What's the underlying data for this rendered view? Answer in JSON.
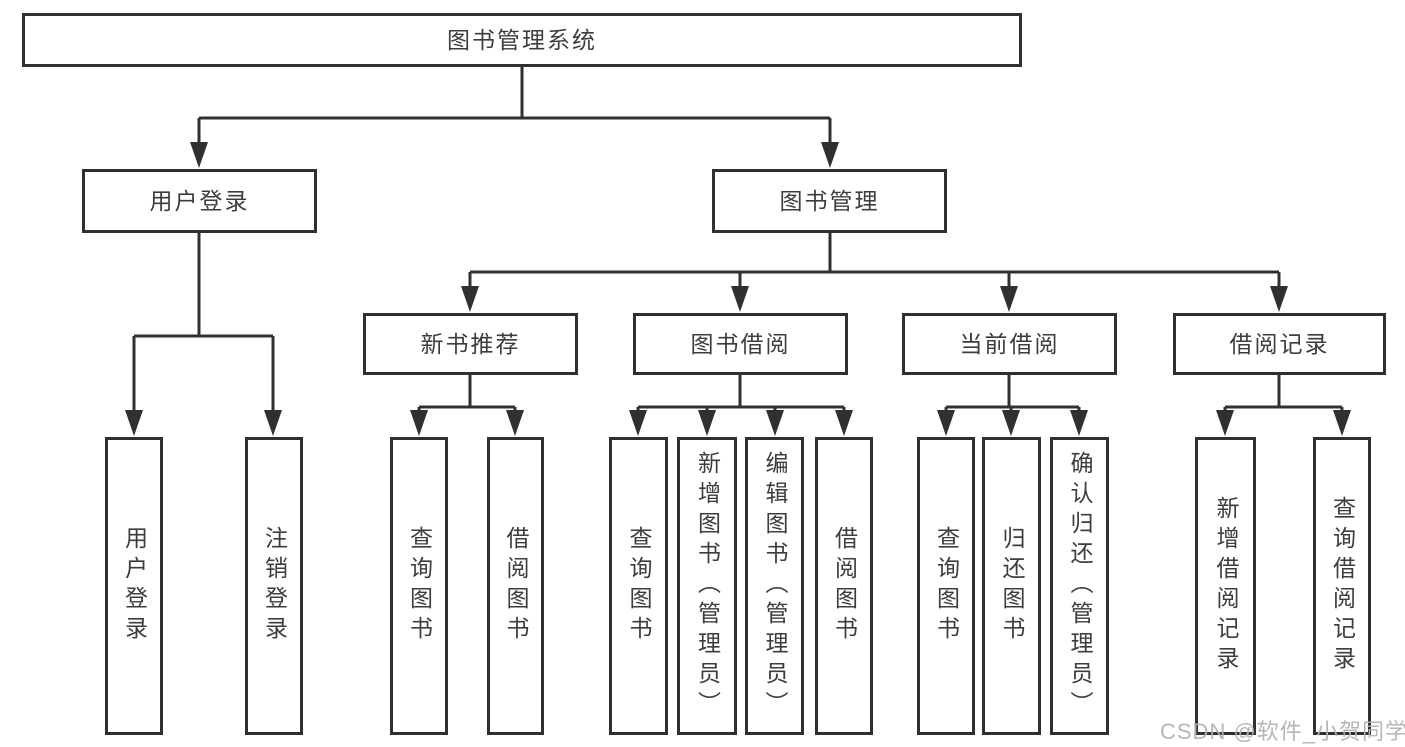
{
  "diagram": {
    "root": "图书管理系统",
    "groups": [
      {
        "parent": "用户登录",
        "leaves": [
          "用户登录",
          "注销登录"
        ]
      },
      {
        "parent": "图书管理",
        "sections": [
          {
            "parent": "新书推荐",
            "leaves": [
              "查询图书",
              "借阅图书"
            ]
          },
          {
            "parent": "图书借阅",
            "leaves": [
              "查询图书",
              "新增图书（管理员）",
              "编辑图书（管理员）",
              "借阅图书"
            ]
          },
          {
            "parent": "当前借阅",
            "leaves": [
              "查询图书",
              "归还图书",
              "确认归还（管理员）"
            ]
          },
          {
            "parent": "借阅记录",
            "leaves": [
              "新增借阅记录",
              "查询借阅记录"
            ]
          }
        ]
      }
    ]
  },
  "watermark": "CSDN @软件_小贺同学",
  "colors": {
    "line": "#303030",
    "box_border": "#303030",
    "text": "#3d3d3d",
    "watermark": "#b2b2b2",
    "background": "#ffffff"
  }
}
